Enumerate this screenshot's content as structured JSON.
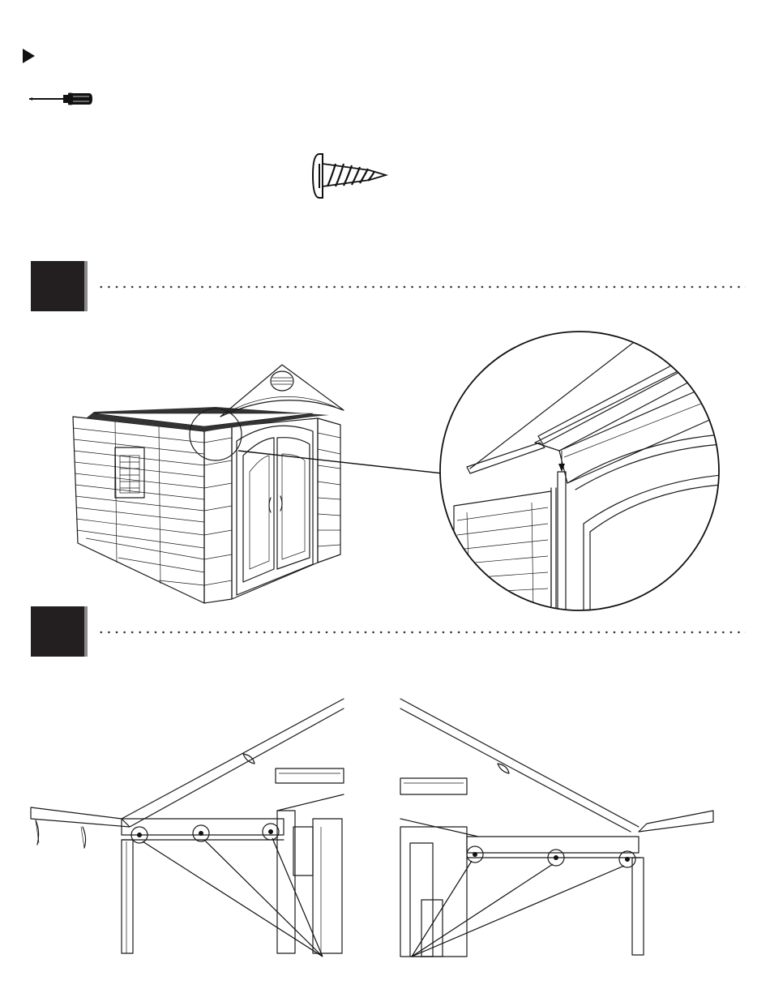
{
  "page": {
    "marker_icon": "play-triangle-icon",
    "tool_icon": "phillips-screwdriver-icon",
    "hardware_icon": "pan-head-screw-icon"
  },
  "steps": [
    {
      "id": "step-a",
      "label": ""
    },
    {
      "id": "step-b",
      "label": ""
    }
  ],
  "figures": {
    "shed": "shed-overview-illustration",
    "detail": "ridge-detail-magnifier",
    "left_gable": "left-gable-interior",
    "right_gable": "right-gable-interior"
  },
  "colors": {
    "ink": "#231f20",
    "accent_edge": "#8a8a8a",
    "background": "#ffffff"
  }
}
